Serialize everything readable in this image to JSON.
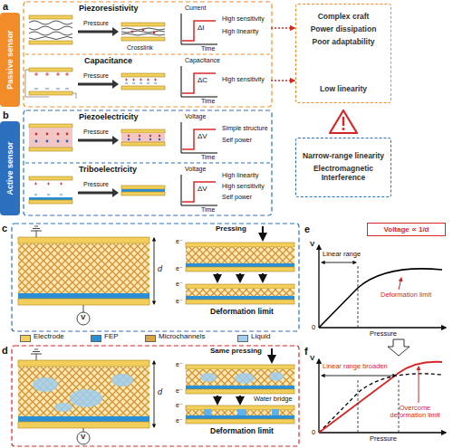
{
  "diagram": {
    "nodes": [
      {
        "text": [
          "Passive sensor"
        ]
      },
      {
        "text": [
          "Piezoresistivity"
        ]
      },
      {
        "text": [
          "Capacitance"
        ]
      },
      {
        "text": [
          "Complex craft",
          "Power dissipation",
          "Poor adaptability",
          "Low linearity"
        ]
      },
      {
        "text": [
          "Active sensor"
        ]
      },
      {
        "text": [
          "Piezoelectricity"
        ]
      },
      {
        "text": [
          "Triboelectricity"
        ]
      },
      {
        "text": [
          "Narrow-range linearity",
          "Electromagnetic Interference"
        ]
      },
      {
        "text": [
          "Voltage ∝ 1/d"
        ]
      }
    ],
    "edges": [
      {
        "from": 1,
        "to": 3,
        "arrow": "to"
      },
      {
        "from": 2,
        "to": 3,
        "arrow": "to"
      }
    ],
    "labels": [
      "a",
      "Pressure",
      "Crosslink",
      "Current",
      "ΔI",
      "Time",
      "High sensitivity",
      "High linearity",
      "Pressure",
      "Capacitance",
      "ΔC",
      "Time",
      "High sensitivity",
      "b",
      "Pressure",
      "Voltage",
      "ΔV",
      "Time",
      "Simple structure",
      "Self power",
      "Pressure",
      "Voltage",
      "ΔV",
      "Time",
      "High linearity",
      "High sensitivity",
      "Self power",
      "c",
      "d",
      "V",
      "Pressing",
      "e⁻",
      "e⁻",
      "e⁻",
      "e⁻",
      "Deformation limit",
      "d",
      "d",
      "V",
      "Same pressing",
      "e⁻",
      "e⁻",
      "Water bridge",
      "e⁻",
      "e⁻",
      "Deformation limit",
      "e",
      "V",
      "Linear range",
      "Deformation limit",
      "0",
      "Pressure",
      "f",
      "V",
      "Linear range broaden",
      "Overcome deformation limit",
      "0",
      "Pressure"
    ],
    "legend": [
      {
        "text": "Electrode",
        "color": "#f2cf5b"
      },
      {
        "text": "FEP",
        "color": "#2b8fd6"
      },
      {
        "text": "Microchannels",
        "color": "#d9a441"
      },
      {
        "text": "Liquid",
        "color": "#9fd0f0"
      }
    ]
  }
}
